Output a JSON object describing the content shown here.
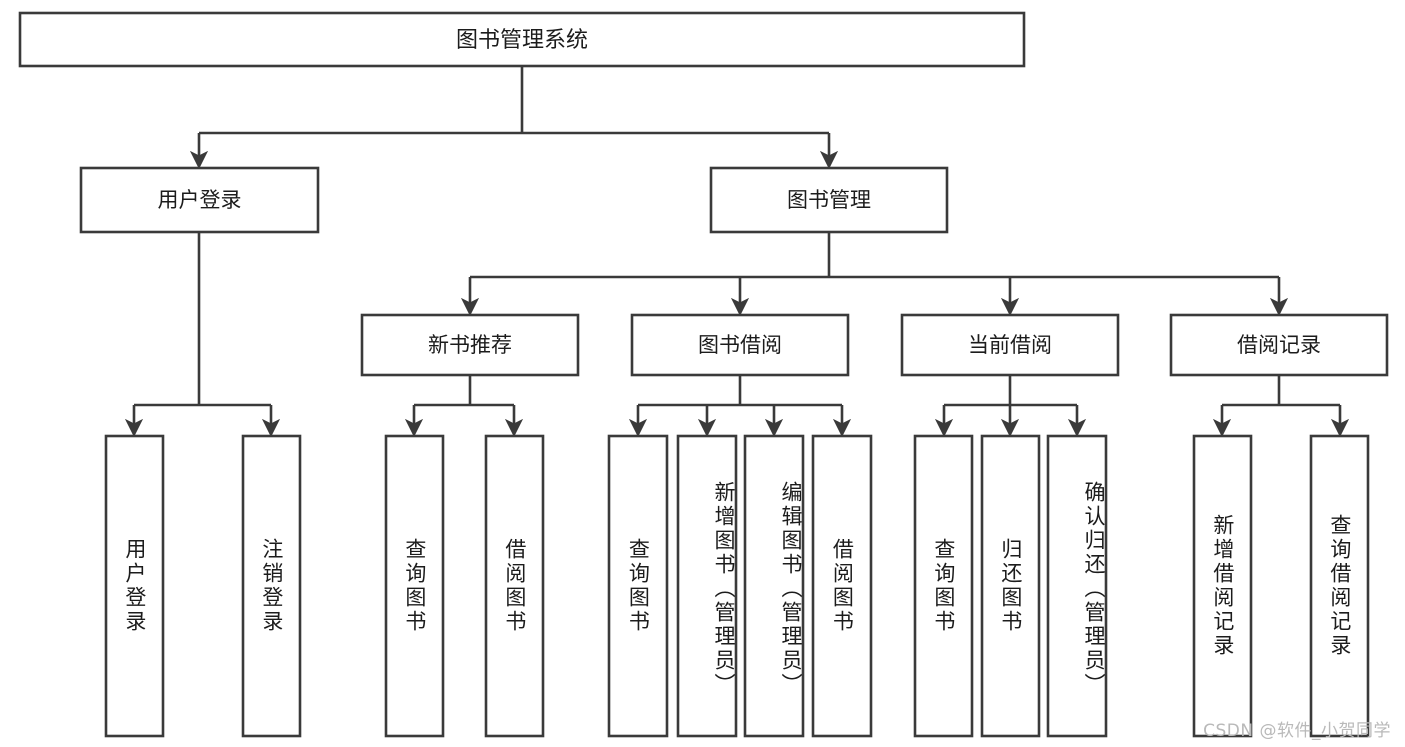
{
  "diagram": {
    "type": "tree",
    "title": "图书管理系统",
    "watermark": "CSDN @软件_小贺同学",
    "colors": {
      "background": "#ffffff",
      "stroke": "#3a3a3a",
      "text": "#1c1c1c",
      "watermark": "#b9b9b9"
    },
    "root": {
      "label": "图书管理系统"
    },
    "level2": [
      {
        "label": "用户登录"
      },
      {
        "label": "图书管理"
      }
    ],
    "level3": [
      {
        "label": "新书推荐"
      },
      {
        "label": "图书借阅"
      },
      {
        "label": "当前借阅"
      },
      {
        "label": "借阅记录"
      }
    ],
    "leaves": {
      "user_login": [
        {
          "label": "用户登录"
        },
        {
          "label": "注销登录"
        }
      ],
      "new_book_recommend": [
        {
          "label": "查询图书"
        },
        {
          "label": "借阅图书"
        }
      ],
      "book_borrow": [
        {
          "label": "查询图书"
        },
        {
          "label": "新增图书（管理员）"
        },
        {
          "label": "编辑图书（管理员）"
        },
        {
          "label": "借阅图书"
        }
      ],
      "current_borrow": [
        {
          "label": "查询图书"
        },
        {
          "label": "归还图书"
        },
        {
          "label": "确认归还（管理员）"
        }
      ],
      "borrow_records": [
        {
          "label": "新增借阅记录"
        },
        {
          "label": "查询借阅记录"
        }
      ]
    }
  }
}
